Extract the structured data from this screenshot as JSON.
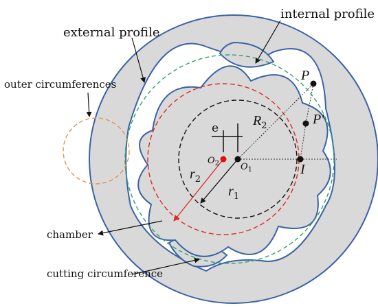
{
  "labels": {
    "external_profile": "external profile",
    "internal_profile": "internal profile",
    "outer_circumferences": "outer circumferences",
    "chamber": "chamber",
    "cutting_circumference": "cutting circumference"
  },
  "symbols": {
    "P": "P",
    "P_prime": "P′",
    "R": "R",
    "R_sub": "2",
    "e": "e",
    "O": "O",
    "O2_sub": "2",
    "O1_sub": "1",
    "r": "r",
    "r2_sub": "2",
    "r1_sub": "1",
    "I": "I"
  },
  "colors": {
    "outline_blue": "#3a62a7",
    "fill_gray": "#d9d9d9",
    "green_dashed": "#2ea36a",
    "red_dashed": "#e02828",
    "black_dashed": "#111111",
    "orange_dashed": "#e8904a",
    "red_point": "#e01010"
  }
}
